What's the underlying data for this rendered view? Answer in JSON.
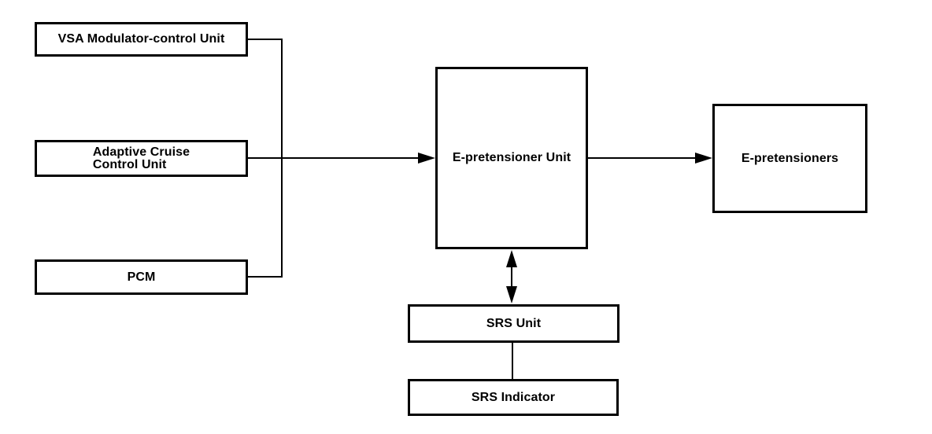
{
  "diagram": {
    "nodes": {
      "vsa": {
        "label": "VSA Modulator-control Unit"
      },
      "acc": {
        "label": "Adaptive Cruise\nControl Unit"
      },
      "pcm": {
        "label": "PCM"
      },
      "epretensioner_unit": {
        "label": "E-pretensioner Unit"
      },
      "epretensioners": {
        "label": "E-pretensioners"
      },
      "srs_unit": {
        "label": "SRS Unit"
      },
      "srs_indicator": {
        "label": "SRS Indicator"
      }
    },
    "edges": [
      {
        "from": "VSA Modulator-control Unit",
        "to": "E-pretensioner Unit",
        "style": "arrow",
        "via": "shared-bus"
      },
      {
        "from": "Adaptive Cruise Control Unit",
        "to": "E-pretensioner Unit",
        "style": "arrow",
        "via": "shared-bus"
      },
      {
        "from": "PCM",
        "to": "E-pretensioner Unit",
        "style": "arrow",
        "via": "shared-bus"
      },
      {
        "from": "E-pretensioner Unit",
        "to": "E-pretensioners",
        "style": "arrow"
      },
      {
        "from": "E-pretensioner Unit",
        "to": "SRS Unit",
        "style": "double-arrow"
      },
      {
        "from": "SRS Unit",
        "to": "SRS Indicator",
        "style": "line"
      }
    ],
    "colors": {
      "background": "#ffffff",
      "line": "#000000",
      "box_border": "#000000",
      "text": "#000000"
    }
  }
}
